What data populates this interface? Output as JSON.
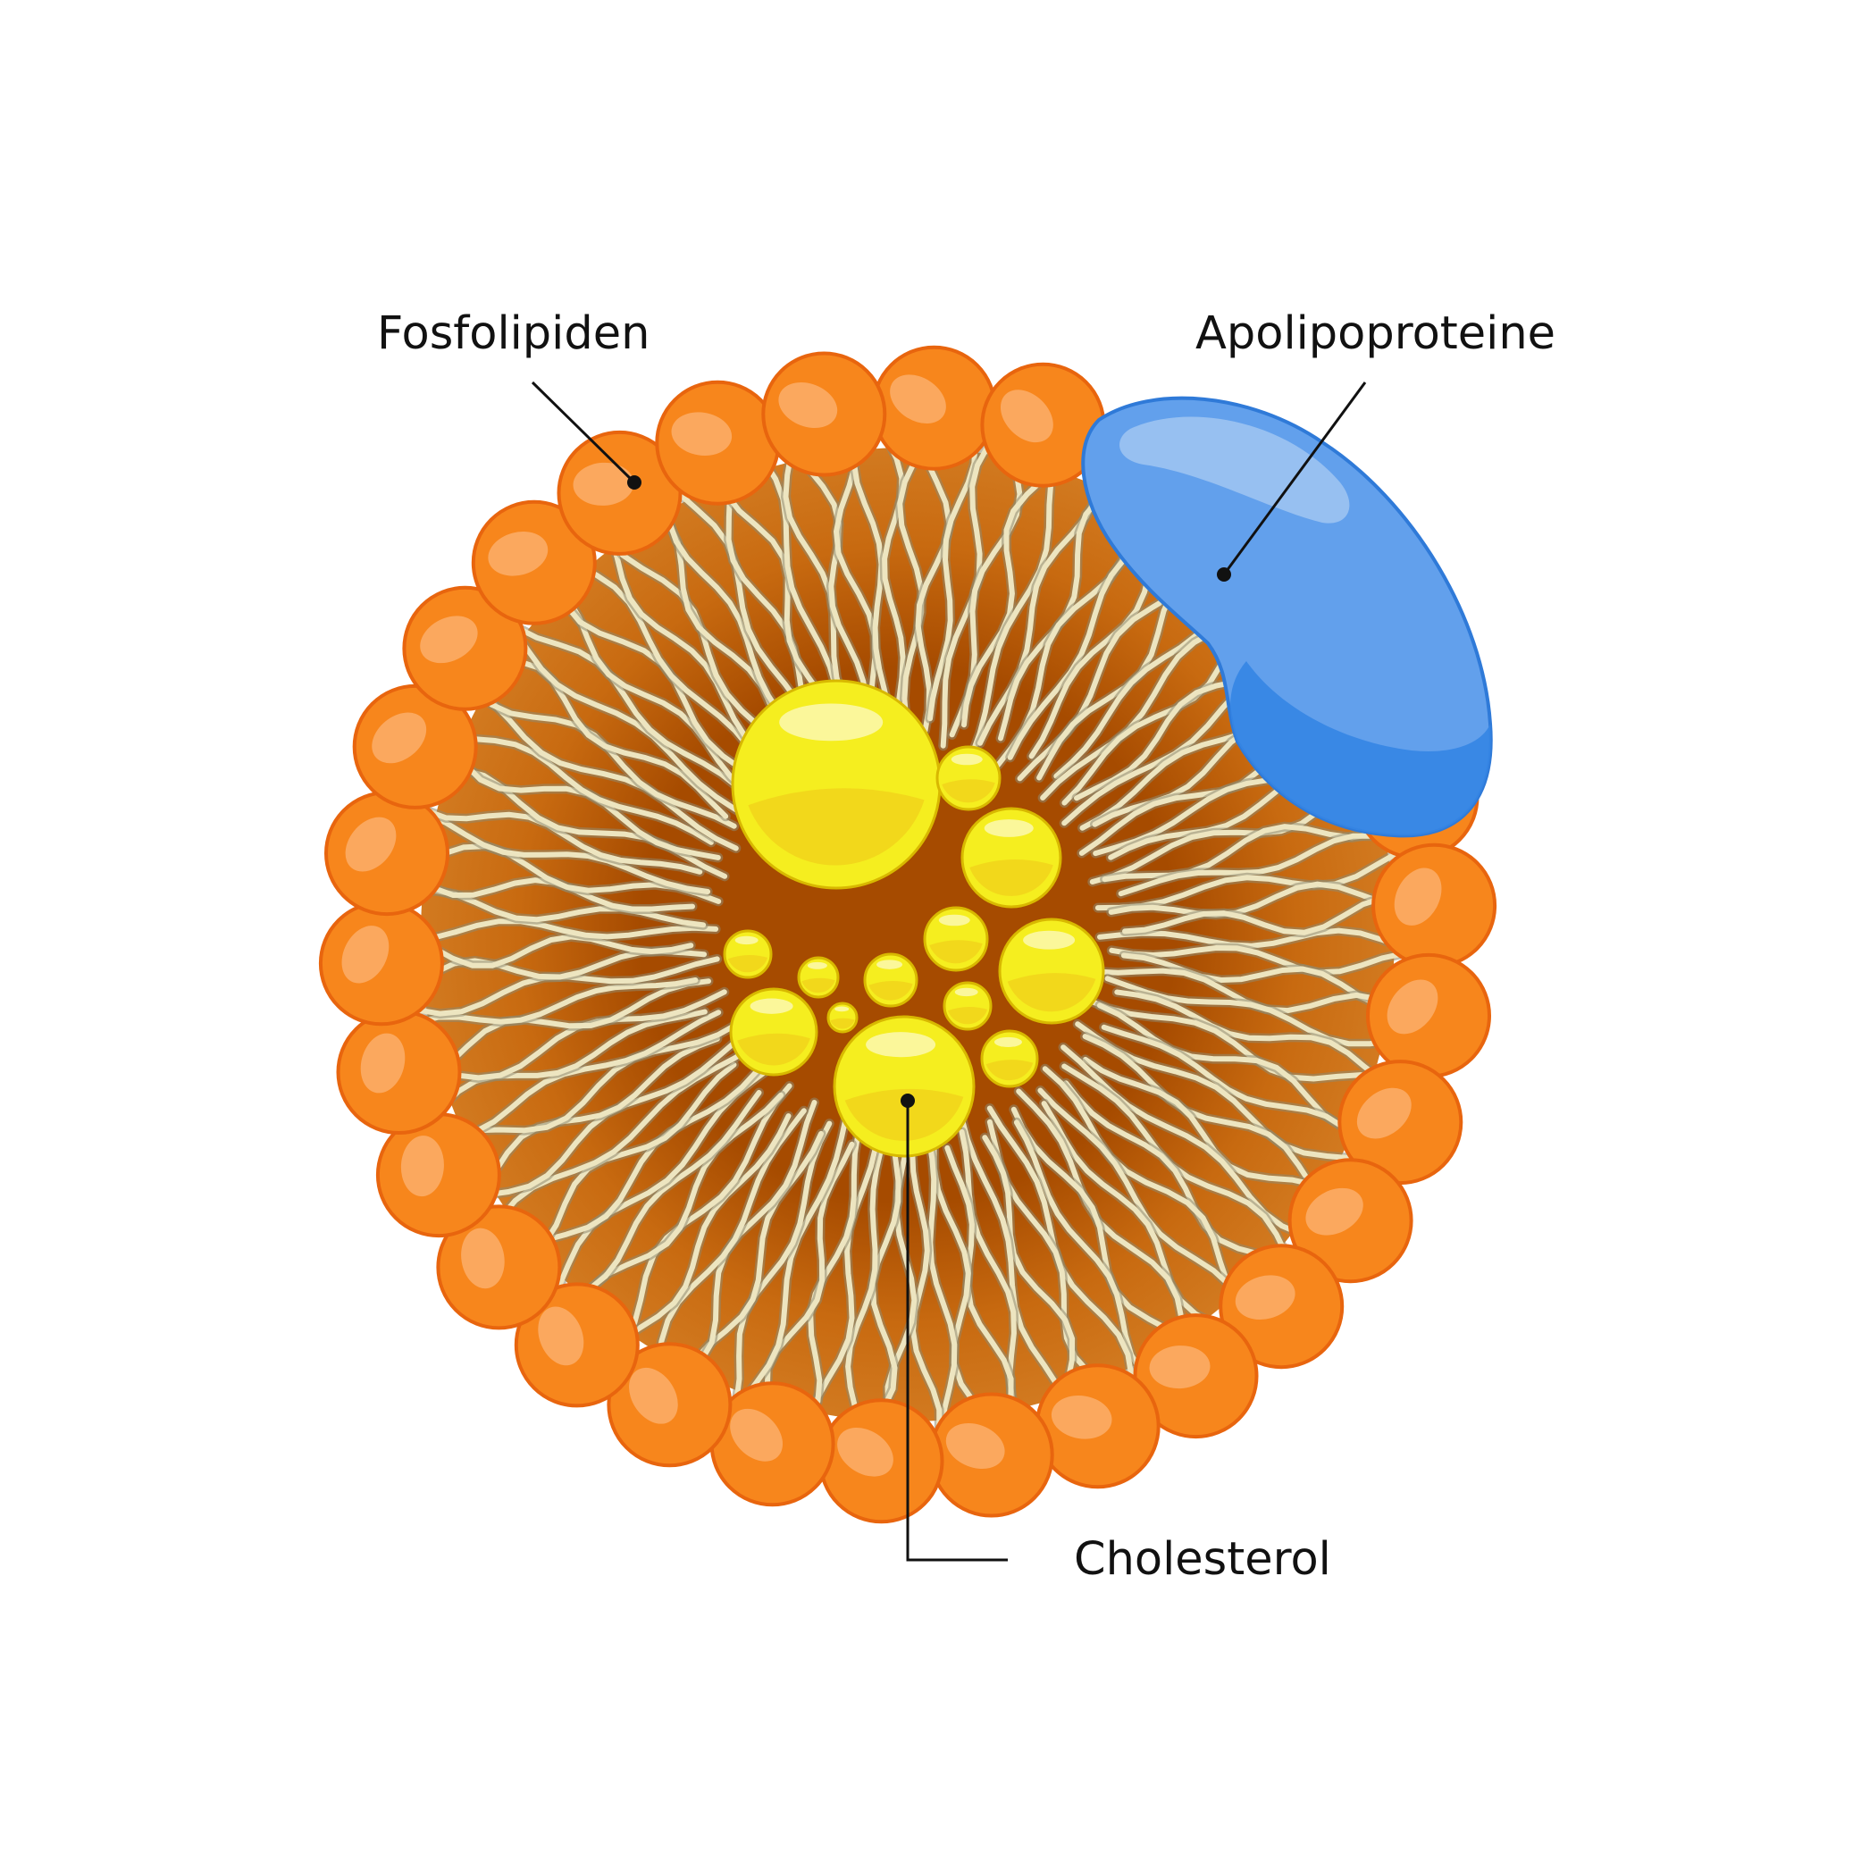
{
  "labels": {
    "phospholipids": "Fosfolipiden",
    "apolipoprotein": "Apolipoproteine",
    "cholesterol": "Cholesterol"
  },
  "colors": {
    "background": "#ffffff",
    "phospholipid_head": "#f7861c",
    "phospholipid_head_stroke": "#e8650e",
    "phospholipid_head_highlight": "#fbae6a",
    "tail": "#ede5c0",
    "tail_shadow": "#8f8a6f",
    "core_dark": "#a64b00",
    "core_mid": "#c86a10",
    "cholesterol": "#f5ee1f",
    "cholesterol_stroke": "#d8b800",
    "cholesterol_shade": "#f1d21a",
    "apolipoprotein": "#62a0ec",
    "apolipoprotein_stroke": "#2f7ad8",
    "apolipoprotein_shade": "#3585e4",
    "leader_line": "#111111"
  },
  "icons": {
    "phospholipid_head": "orange-sphere-icon",
    "cholesterol_droplet": "yellow-droplet-icon",
    "apolipoprotein": "blue-protein-blob-icon"
  }
}
